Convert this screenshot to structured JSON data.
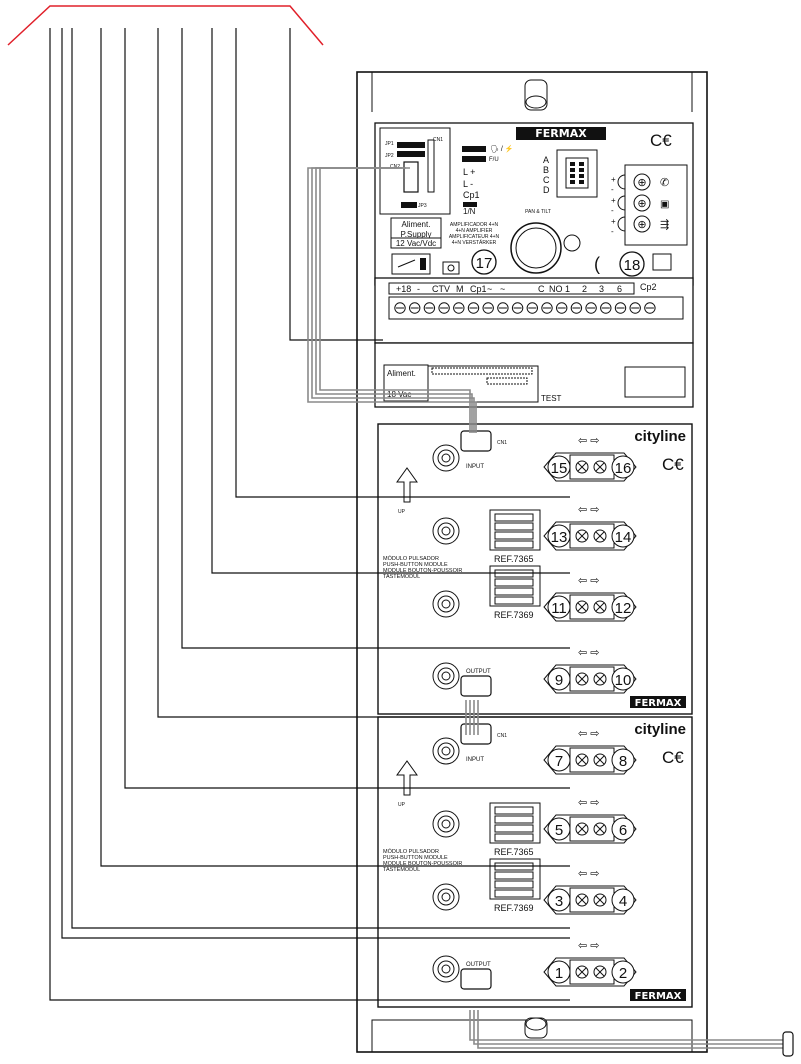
{
  "amplifier": {
    "brand": "FERMAX",
    "jp1": "JP1",
    "jp2": "JP2",
    "jp3": "JP3",
    "cn1": "CN1",
    "cn2": "CN2",
    "fu": "F/U",
    "l_plus": "L +",
    "l_minus": "L -",
    "cp1": "Cp1",
    "one_n": "1/N",
    "abcd": [
      "A",
      "B",
      "C",
      "D"
    ],
    "supply": [
      "Aliment.",
      "P.Supply",
      "12 Vac/Vdc"
    ],
    "amp_names": [
      "AMPLIFICADOR 4+N",
      "4+N AMPLIFIER",
      "AMPLIFICATEUR 4+N",
      "4+N VERSTÄRKER"
    ],
    "pan_tilt": "PAN & TILT",
    "badge17": "17",
    "badge18": "18",
    "cp2": "Cp2",
    "terminal_labels": [
      "+18",
      "-",
      "CT",
      "V",
      "M",
      "Cp1",
      "~",
      "~",
      "C",
      "NO",
      "1",
      "2",
      "3",
      "6"
    ],
    "supply_bottom": [
      "Aliment.",
      "18 Vac"
    ],
    "test": "TEST"
  },
  "modules": [
    {
      "brand": "cityline",
      "footer": "FERMAX",
      "cn1": "CN1",
      "input": "INPUT",
      "output": "OUTPUT",
      "up": "UP",
      "names": [
        "MÓDULO PULSADOR",
        "PUSH-BUTTON MODULE",
        "MODULE BOUTON-POUSSOIR",
        "TASTEMODUL"
      ],
      "ref1": "REF.7365",
      "ref2": "REF.7369",
      "terminals": [
        [
          "15",
          "16"
        ],
        [
          "13",
          "14"
        ],
        [
          "11",
          "12"
        ],
        [
          "9",
          "10"
        ]
      ]
    },
    {
      "brand": "cityline",
      "footer": "FERMAX",
      "cn1": "CN1",
      "input": "INPUT",
      "output": "OUTPUT",
      "up": "UP",
      "names": [
        "MÓDULO PULSADOR",
        "PUSH-BUTTON MODULE",
        "MODULE BOUTON-POUSSOIR",
        "TASTEMODUL"
      ],
      "ref1": "REF.7365",
      "ref2": "REF.7369",
      "terminals": [
        [
          "7",
          "8"
        ],
        [
          "5",
          "6"
        ],
        [
          "3",
          "4"
        ],
        [
          "1",
          "2"
        ]
      ]
    }
  ],
  "colors": {
    "line": "#111111",
    "cable": "#8a8a8a",
    "accent": "#e0202a",
    "panel": "#f7f7f7"
  }
}
